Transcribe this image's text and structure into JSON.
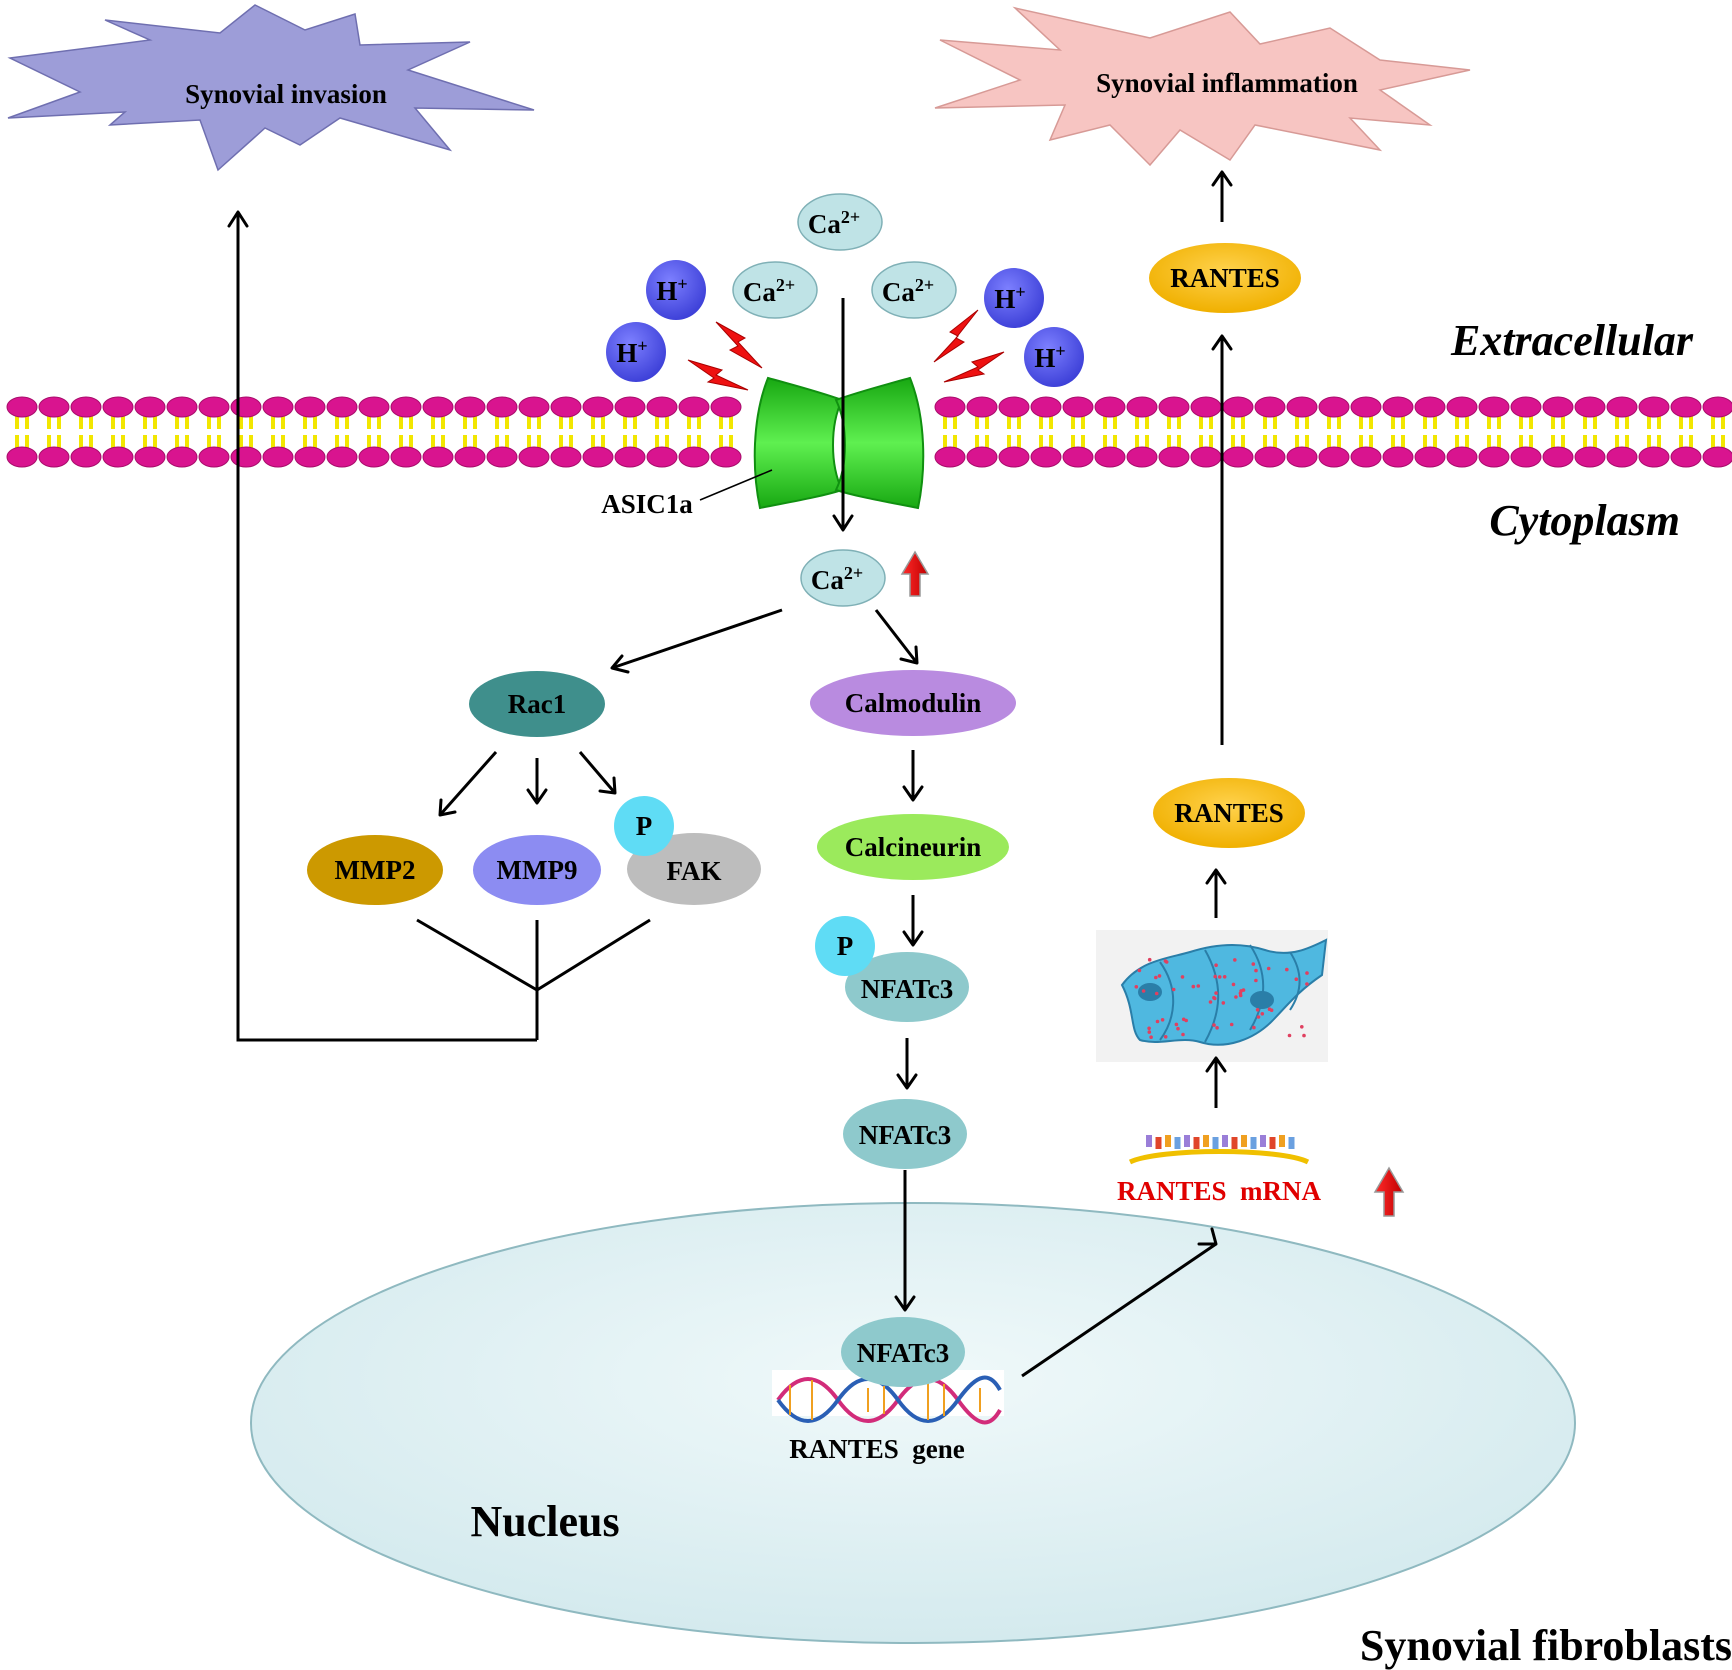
{
  "outcomes": {
    "invasion": "Synovial invasion",
    "inflammation": "Synovial inflammation"
  },
  "regions": {
    "extracellular": "Extracellular",
    "cytoplasm": "Cytoplasm",
    "nucleus": "Nucleus",
    "cell_type": "Synovial fibroblasts"
  },
  "ions": {
    "calcium": "Ca",
    "calcium_charge": "2+",
    "proton": "H",
    "proton_charge": "+"
  },
  "channel": "ASIC1a",
  "nodes": {
    "rac1": "Rac1",
    "mmp2": "MMP2",
    "mmp9": "MMP9",
    "fak": "FAK",
    "phospho": "P",
    "calmodulin": "Calmodulin",
    "calcineurin": "Calcineurin",
    "nfatc3": "NFATc3",
    "rantes": "RANTES",
    "rantes_gene": "RANTES  gene",
    "rantes_mrna": "RANTES  mRNA"
  },
  "colors": {
    "membrane_head": "#d9148f",
    "membrane_tail": "#f2e600",
    "channel": "#27c21f",
    "calcium": "#bfe3e6",
    "proton": "#4f52e6",
    "rac1": "#3f8f8c",
    "mmp2": "#cc9900",
    "mmp9": "#8c8cf2",
    "fak": "#bdbdbd",
    "phospho": "#5fdcf5",
    "calmodulin": "#b98be0",
    "calcineurin": "#9bea5c",
    "nfatc3": "#8ec9cc",
    "rantes": "#ffc000",
    "invasion_star": "#9d9dd8",
    "inflammation_star": "#f7c5c2",
    "nucleus": "#dff0f2",
    "mrna_label": "#e00000",
    "up_arrow": "#ee1111"
  }
}
